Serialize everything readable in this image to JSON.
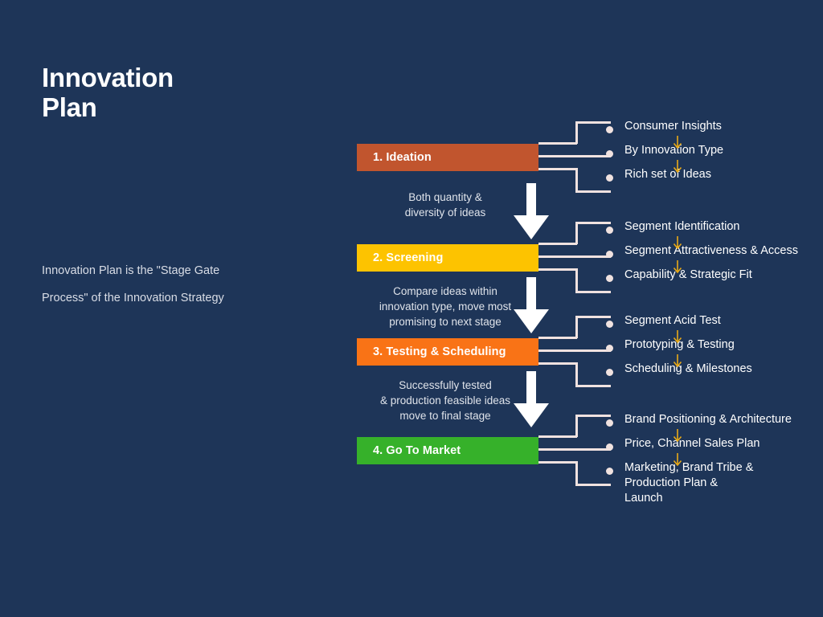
{
  "slide": {
    "background_color": "#1e3558",
    "title_lines": [
      "Innovation",
      "Plan"
    ],
    "subtitle_lines": [
      "Innovation Plan is the \"Stage Gate",
      "Process\" of the Innovation Strategy"
    ]
  },
  "stages": [
    {
      "label": "1. Ideation",
      "color": "#c1552e",
      "outputs": [
        "Consumer Insights",
        "By Innovation Type",
        "Rich set of Ideas"
      ]
    },
    {
      "label": "2. Screening",
      "color": "#fdc300",
      "outputs": [
        "Segment Identification",
        "Segment Attractiveness & Access",
        "Capability & Strategic Fit"
      ]
    },
    {
      "label": "3. Testing & Scheduling",
      "color": "#f97316",
      "outputs": [
        "Segment Acid Test",
        "Prototyping & Testing",
        "Scheduling & Milestones"
      ]
    },
    {
      "label": "4. Go To Market",
      "color": "#36b12a",
      "outputs": [
        "Brand Positioning & Architecture",
        "Price, Channel Sales Plan",
        "Marketing, Brand Tribe &\nProduction Plan &\nLaunch"
      ]
    }
  ],
  "transitions": [
    {
      "caption": "Both quantity &\ndiversity of ideas"
    },
    {
      "caption": "Compare ideas within\ninnovation  type, move most\npromising to next stage"
    },
    {
      "caption": "Successfully tested\n& production feasible ideas\nmove to final stage"
    }
  ],
  "accents": {
    "connector_color": "#f0e2e0",
    "gold_arrow_color": "#e8a917",
    "big_arrow_color": "#ffffff",
    "text_color": "#ffffff"
  }
}
